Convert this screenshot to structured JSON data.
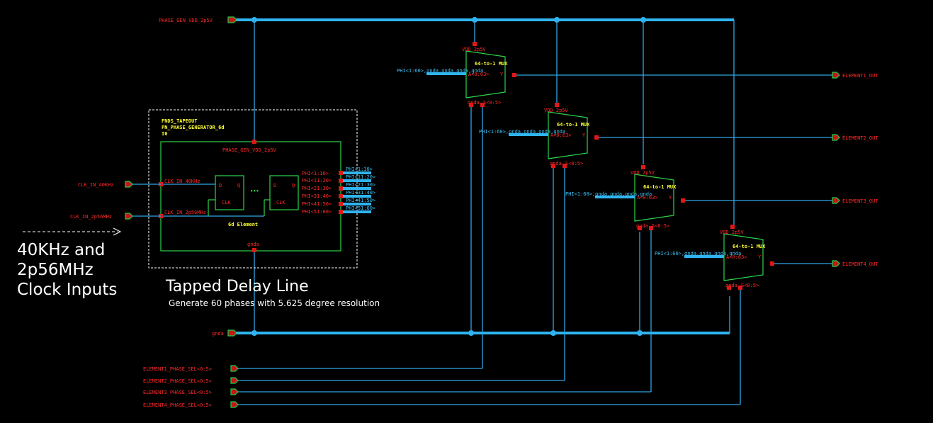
{
  "colors": {
    "background": "#000000",
    "wire": "#2fa6e6",
    "pin_text": "#ff2a2a",
    "instance_text": "#ffff33",
    "symbol_outline": "#2bd44a",
    "annotation": "#ffffff"
  },
  "supply": {
    "vdd_port": "PHASE_GEN_VDD_2p5V",
    "gnd_port": "gnda"
  },
  "inputs": {
    "clk40": "CLK_IN_40KHz",
    "clk256": "CLK_IN_2p56MHz"
  },
  "phase_gen": {
    "lib": "FNDS_TAPEOUT",
    "cell": "PN_PHASE_GENERATOR_6d",
    "inst": "I0",
    "vdd_pin": "PHASE_GEN_VDD_2p5V",
    "gnd_pin": "gnda",
    "clk40_pin": "CLK_IN_40KHz",
    "clk256_pin": "CLK_IN_2p56MHz",
    "dff_d": "D",
    "dff_q": "Q",
    "dff_clk": "CLK",
    "dots": "•••",
    "element_label": "6d Element",
    "outputs": [
      "PHI<1:10>",
      "PHI<11:20>",
      "PHI<21:30>",
      "PHI<31:40>",
      "PHI<41:50>",
      "PHI<51:60>"
    ],
    "bus_labels": [
      "PHI<1:10>",
      "PHI<11:20>",
      "PHI<21:30>",
      "PHI<31:40>",
      "PHI<41:50>",
      "PHI<51:60>"
    ]
  },
  "muxes": [
    {
      "title": "64-to-1 MUX",
      "vdd": "VDD_2p5V",
      "gnd": "gnda",
      "sel": "S<0:5>",
      "a": "A<0:63>",
      "y": "Y",
      "bus_in": "PHI<1:60>,gnda,gnda,gnda,gnda",
      "out_port": "ELEMENT1_OUT",
      "sel_port": "ELEMENT1_PHASE_SEL<0:5>"
    },
    {
      "title": "64-to-1 MUX",
      "vdd": "VDD_2p5V",
      "gnd": "gnda",
      "sel": "S<0:5>",
      "a": "A<0:63>",
      "y": "Y",
      "bus_in": "PHI<1:60>,gnda,gnda,gnda,gnda",
      "out_port": "ELEMENT2_OUT",
      "sel_port": "ELEMENT2_PHASE_SEL<0:5>"
    },
    {
      "title": "64-to-1 MUX",
      "vdd": "VDD_2p5V",
      "gnd": "gnda",
      "sel": "S<0:5>",
      "a": "A<0:63>",
      "y": "Y",
      "bus_in": "PHI<1:60>,gnda,gnda,gnda,gnda",
      "out_port": "ELEMENT3_OUT",
      "sel_port": "ELEMENT3_PHASE_SEL<0:5>"
    },
    {
      "title": "64-to-1 MUX",
      "vdd": "VDD_2p5V",
      "gnd": "gnda",
      "sel": "S<0:5>",
      "a": "A<0:63>",
      "y": "Y",
      "bus_in": "PHI<1:60>,gnda,gnda,gnda,gnda",
      "out_port": "ELEMENT4_OUT",
      "sel_port": "ELEMENT4_PHASE_SEL<0:5>"
    }
  ],
  "annotations": {
    "clock_line1": "40KHz and",
    "clock_line2": "2p56MHz",
    "clock_line3": "Clock Inputs",
    "delay_title": "Tapped Delay Line",
    "delay_sub": "Generate 60 phases with 5.625 degree resolution"
  }
}
